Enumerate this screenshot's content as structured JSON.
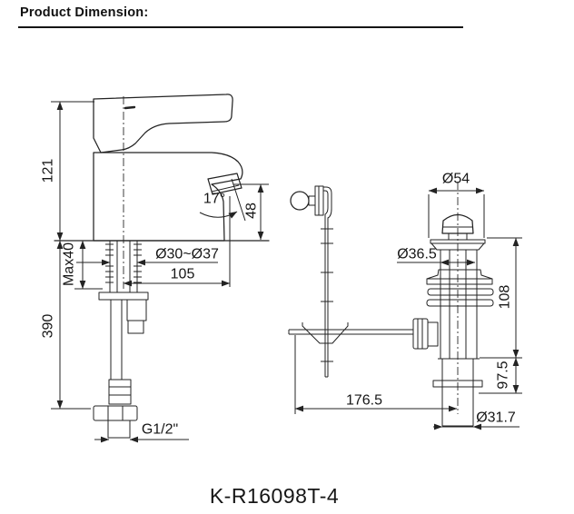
{
  "page": {
    "heading": "Product Dimension:",
    "model_number": "K-R16098T-4"
  },
  "colors": {
    "ink": "#232323",
    "background": "#ffffff"
  },
  "faucet_view": {
    "dims": {
      "spout_height_above_deck": "121",
      "height_below_deck": "390",
      "deck_thickness": "Max40",
      "mount_hole_diameter": "Ø30~Ø37",
      "spout_reach": "105",
      "spout_angle": "17°",
      "outlet_height": "48",
      "inlet_thread": "G1/2\""
    }
  },
  "drain_view": {
    "dims": {
      "cap_diameter": "Ø54",
      "body_diameter": "Ø36.5",
      "upper_length": "108",
      "lower_length": "97.5",
      "rod_length": "176.5",
      "tailpiece_diameter": "Ø31.7"
    }
  }
}
